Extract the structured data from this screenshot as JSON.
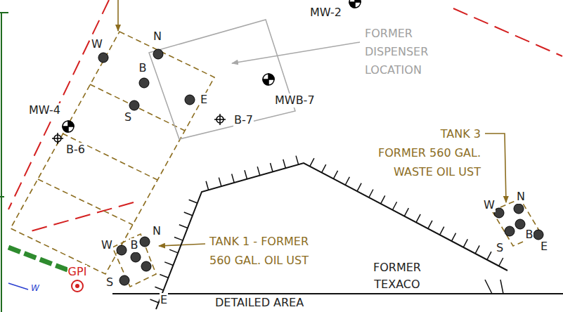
{
  "diagram": {
    "labels": [
      "MW-2",
      "FORMER DISPENSER LOCATION",
      "W",
      "N",
      "B",
      "E",
      "S",
      "MWB-7",
      "MW-4",
      "B-6",
      "B-7",
      "TANK 3 FORMER 560 GAL. WASTE OIL UST",
      "W",
      "N",
      "B",
      "E",
      "S",
      "TANK 1 - FORMER 560 GAL. OIL UST",
      "W",
      "B",
      "N",
      "S",
      "E",
      "GPI",
      "FORMER TEXACO",
      "DETAILED AREA",
      "W"
    ]
  }
}
